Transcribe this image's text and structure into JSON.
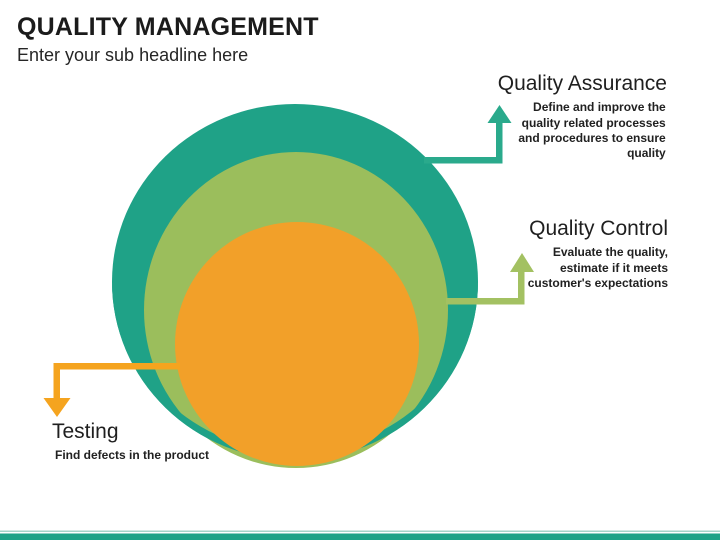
{
  "slide": {
    "title": "QUALITY MANAGEMENT",
    "subtitle": "Enter your sub headline here"
  },
  "items": [
    {
      "id": "quality-assurance",
      "label": "Quality Assurance",
      "description": "Define and improve the quality related processes and procedures to ensure quality",
      "ring": "outer"
    },
    {
      "id": "quality-control",
      "label": "Quality Control",
      "description": "Evaluate the quality, estimate if it meets customer's expectations",
      "ring": "middle"
    },
    {
      "id": "testing",
      "label": "Testing",
      "description": "Find defects in the product",
      "ring": "inner"
    }
  ],
  "colors": {
    "teal": "#1FA287",
    "teal_arrow": "#2AAA8C",
    "green": "#9BBE5C",
    "green_arrow": "#A3C162",
    "orange": "#F2A029",
    "orange_arrow": "#F5A41F",
    "bottom_bar": "#1FA287",
    "bottom_line": "#A5D3C8",
    "text": "#1f1f1f"
  }
}
